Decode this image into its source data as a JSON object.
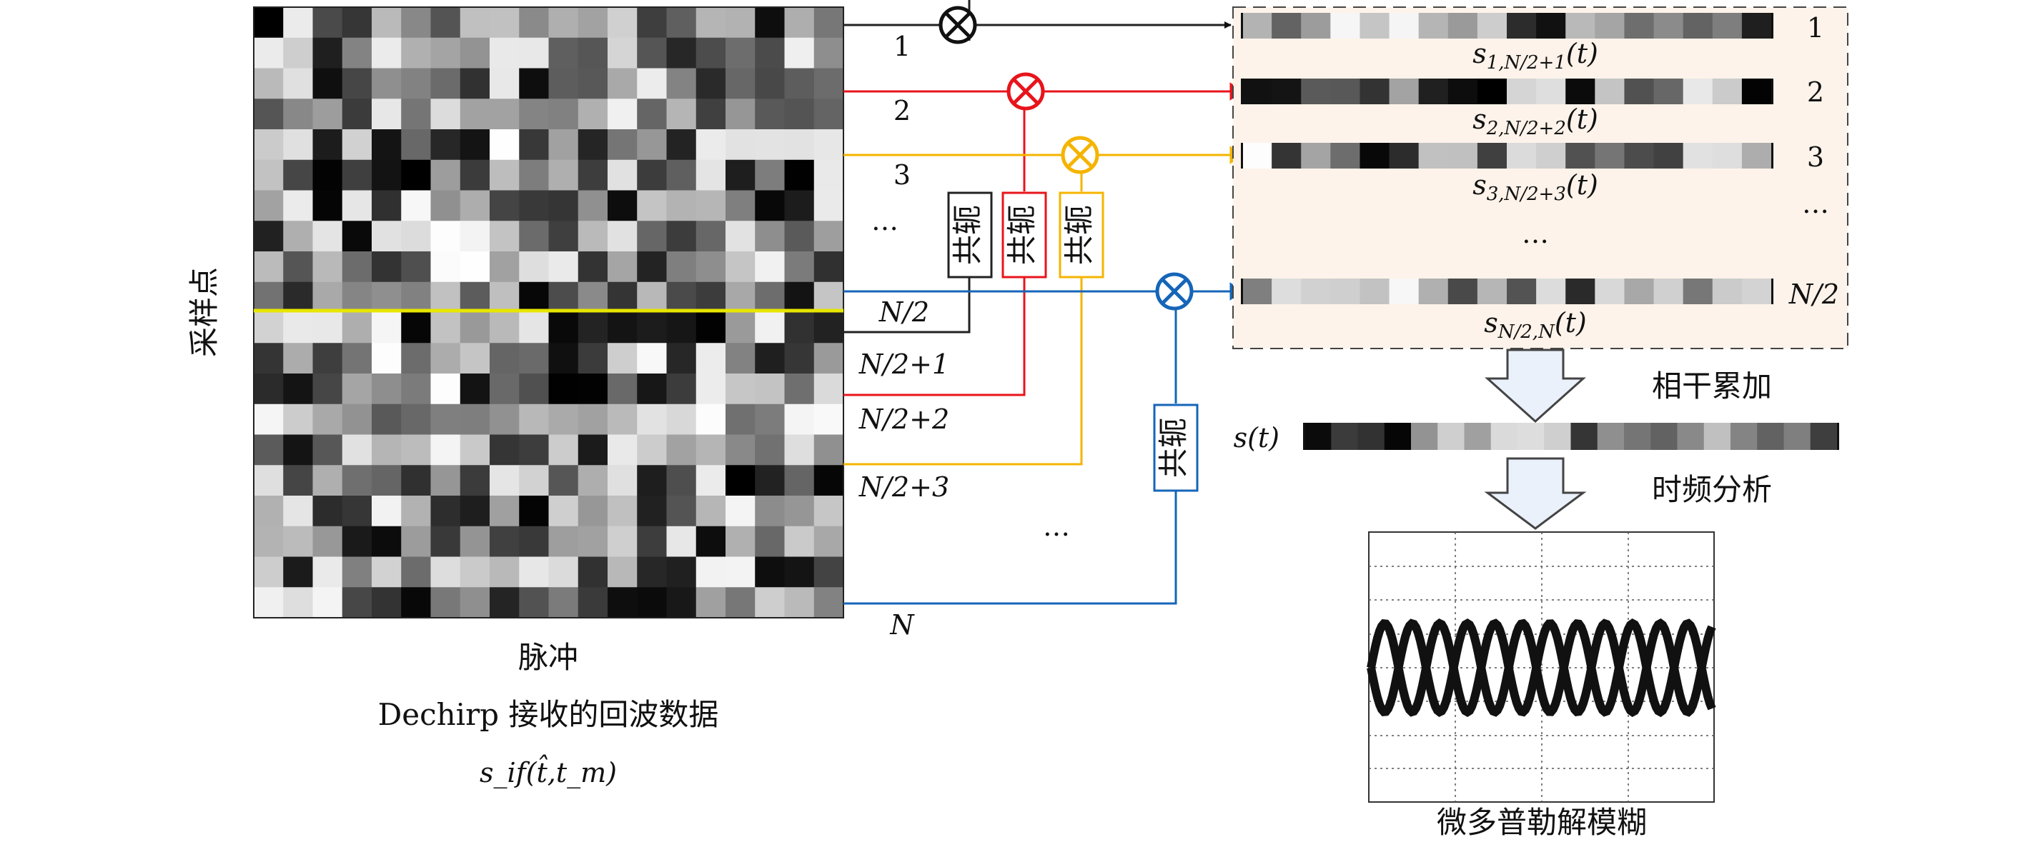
{
  "matrix": {
    "y_axis_label": "采样点",
    "x_axis_label": "脉冲",
    "caption": "Dechirp 接收的回波数据",
    "formula": "s_if(t̂,t_m)"
  },
  "row_labels": [
    "1",
    "2",
    "3",
    "…",
    "N/2",
    "N/2+1",
    "N/2+2",
    "N/2+3",
    "…",
    "N"
  ],
  "conjugate_label": "共轭",
  "products": [
    {
      "color": "#111111",
      "index": "1",
      "signal": "s",
      "subscript": "1,N/2+1",
      "arg": "(t)"
    },
    {
      "color": "#e8141b",
      "index": "2",
      "signal": "s",
      "subscript": "2,N/2+2",
      "arg": "(t)"
    },
    {
      "color": "#f5b400",
      "index": "3",
      "signal": "s",
      "subscript": "3,N/2+3",
      "arg": "(t)"
    },
    {
      "color": "#1565b8",
      "index": "N/2",
      "signal": "s",
      "subscript": "N/2,N",
      "arg": "(t)"
    }
  ],
  "ellipsis": "…",
  "coherent_label": "相干累加",
  "sum_signal": "s(t)",
  "tf_label": "时频分析",
  "result_caption": "微多普勒解模糊",
  "colors": {
    "panel_fill": "#fdf3ea",
    "highlight_row": "#e6e600"
  }
}
